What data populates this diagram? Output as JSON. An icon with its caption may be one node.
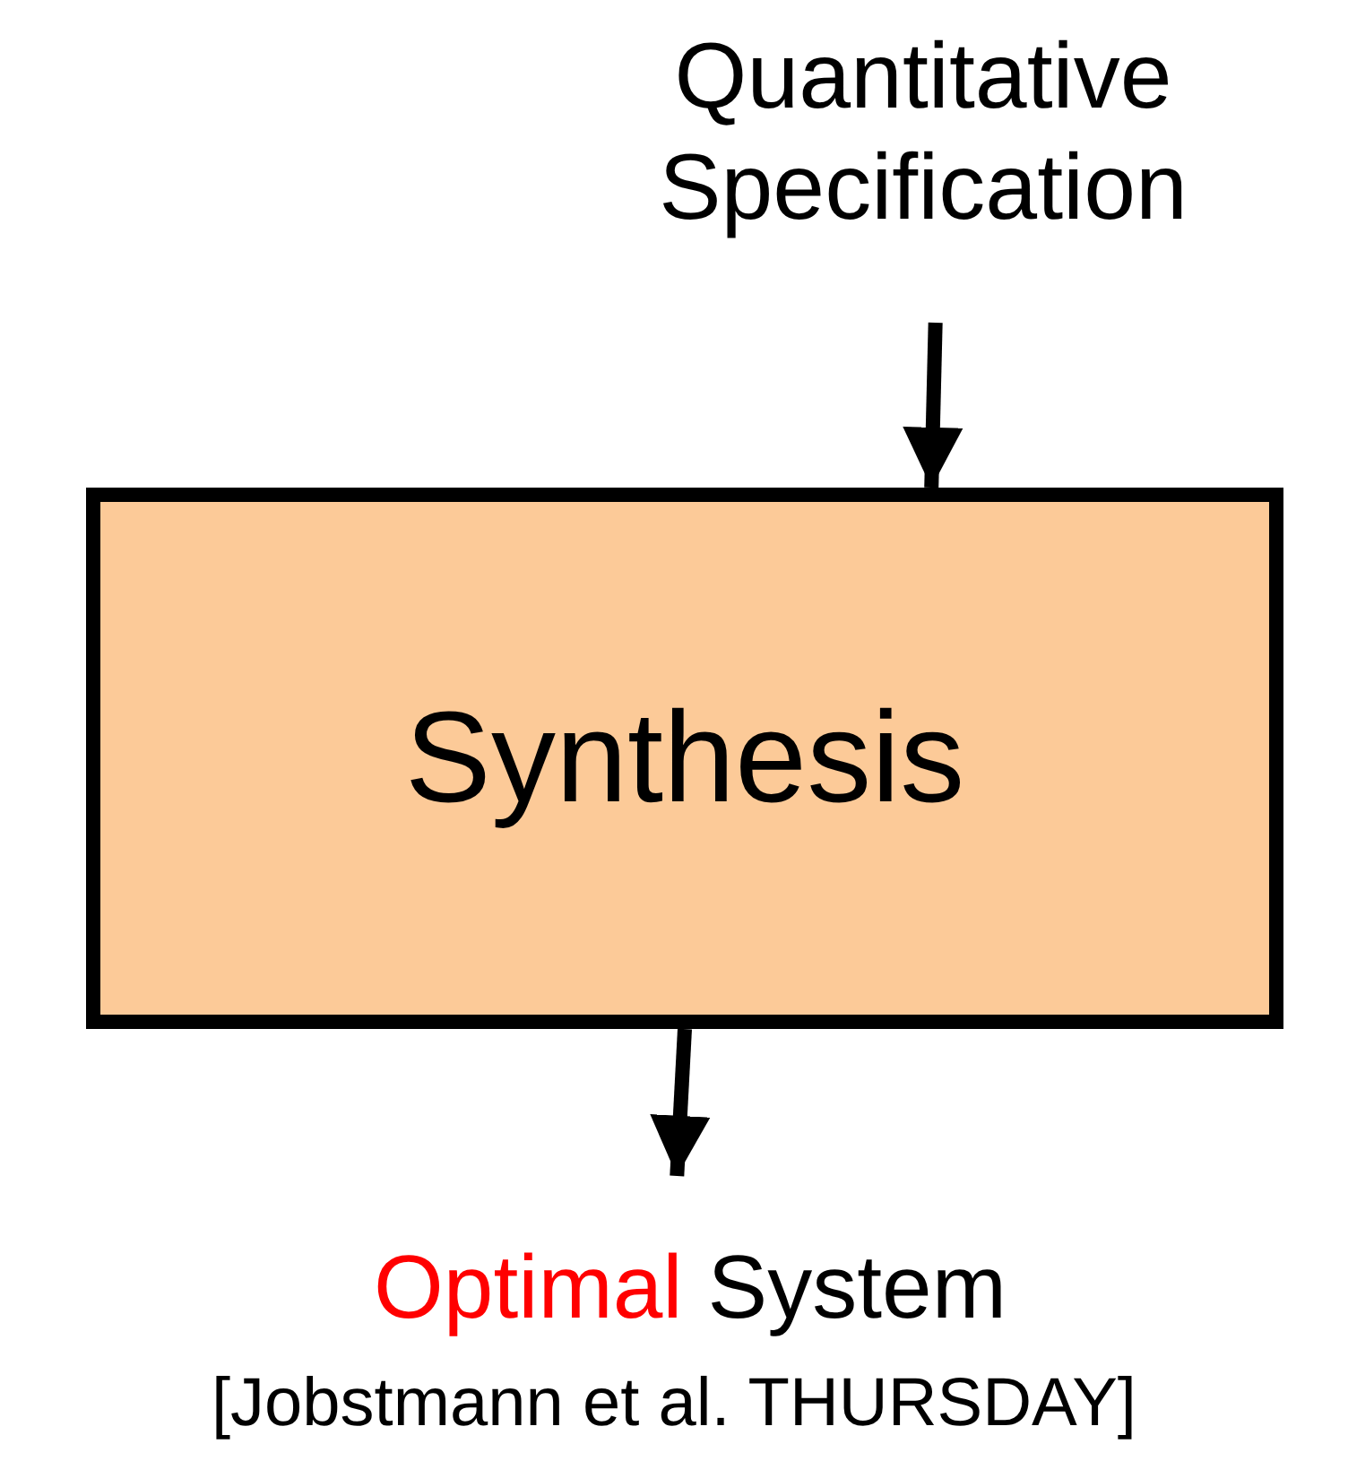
{
  "diagram": {
    "nodes": [
      {
        "text": [
          "Quantitative Specification"
        ]
      },
      {
        "text": [
          "Synthesis"
        ]
      },
      {
        "text": [
          "Optimal",
          "System"
        ]
      }
    ],
    "edges": [
      {
        "from": 0,
        "to": 1,
        "arrow": "to"
      },
      {
        "from": 1,
        "to": 2,
        "arrow": "to"
      }
    ],
    "labels": [
      "[Jobstmann et al. THURSDAY]"
    ]
  }
}
